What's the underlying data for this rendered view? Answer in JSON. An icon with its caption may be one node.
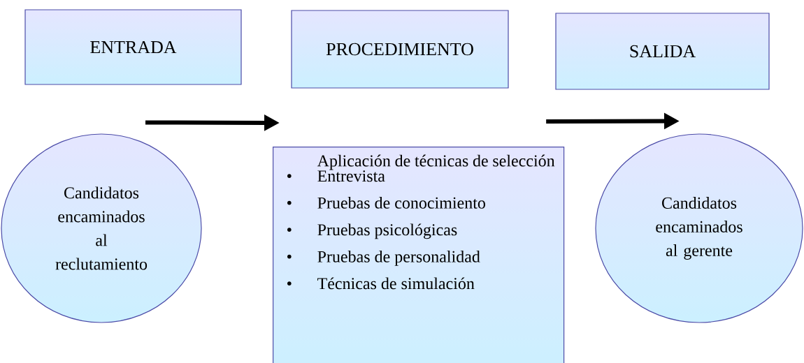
{
  "diagram": {
    "nodes": [
      {
        "text": [
          "ENTRADA"
        ]
      },
      {
        "text": [
          "PROCEDIMIENTO"
        ]
      },
      {
        "text": [
          "SALIDA"
        ]
      },
      {
        "text": [
          "Candidatos encaminados al reclutamiento"
        ]
      },
      {
        "text": [
          "Aplicación de técnicas de selección",
          "Entrevista",
          "Pruebas de conocimiento",
          "Pruebas psicológicas",
          "Pruebas de personalidad",
          "Técnicas de simulación"
        ]
      },
      {
        "text": [
          "Candidatos encaminados al gerente"
        ]
      }
    ],
    "edges": [
      {
        "from": 3,
        "to": 4,
        "arrow": "to"
      },
      {
        "from": 4,
        "to": 5,
        "arrow": "to"
      }
    ],
    "labels": [
      "•",
      "•",
      "•",
      "•",
      "•"
    ]
  }
}
